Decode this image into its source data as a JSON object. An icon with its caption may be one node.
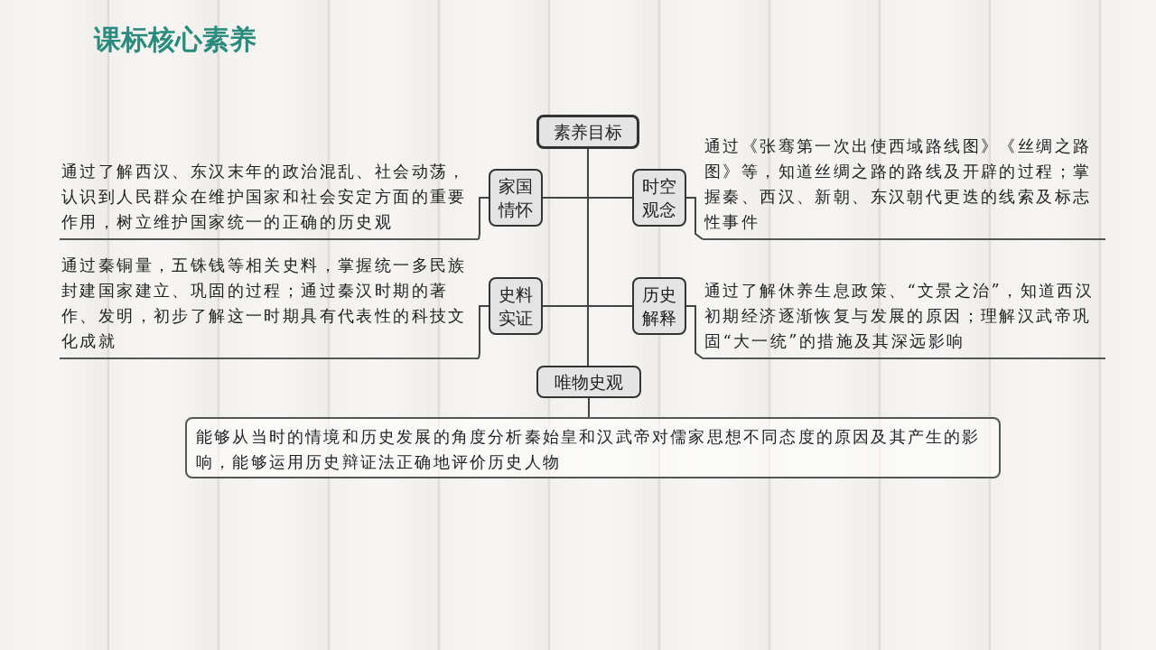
{
  "diagram": {
    "title": "课标核心素养",
    "nodes": [
      {
        "text": [
          "素养目标"
        ]
      },
      {
        "text": [
          "家国情怀"
        ]
      },
      {
        "text": [
          "通过了解西汉、东汉末年的政治混乱、社会动荡，认识到人民群众在维护国家和社会安定方面的重要作用，树立维护国家统一的正确的历史观"
        ]
      },
      {
        "text": [
          "时空观念"
        ]
      },
      {
        "text": [
          "通过《张骞第一次出使西域路线图》《丝绸之路图》等，知道丝绸之路的路线及开辟的过程；掌握秦、西汉、新朝、东汉朝代更迭的线索及标志性事件"
        ]
      },
      {
        "text": [
          "史料实证"
        ]
      },
      {
        "text": [
          "通过秦铜量，五铢钱等相关史料，掌握统一多民族封建国家建立、巩固的过程；通过秦汉时期的著作、发明，初步了解这一时期具有代表性的科技文化成就"
        ]
      },
      {
        "text": [
          "历史解释"
        ]
      },
      {
        "text": [
          "通过了解休养生息政策、“文景之治”，知道西汉初期经济逐渐恢复与发展的原因；理解汉武帝巩固“大一统”的措施及其深远影响"
        ]
      },
      {
        "text": [
          "唯物史观"
        ]
      },
      {
        "text": [
          "能够从当时的情境和历史发展的角度分析秦始皇和汉武帝对儒家思想不同态度的原因及其产生的影响，能够运用历史辩证法正确地评价历史人物"
        ]
      }
    ],
    "edges": [
      {
        "from": 0,
        "to": 1,
        "arrow": "none"
      },
      {
        "from": 0,
        "to": 3,
        "arrow": "none"
      },
      {
        "from": 0,
        "to": 5,
        "arrow": "none"
      },
      {
        "from": 0,
        "to": 7,
        "arrow": "none"
      },
      {
        "from": 0,
        "to": 9,
        "arrow": "none"
      },
      {
        "from": 1,
        "to": 2,
        "arrow": "none"
      },
      {
        "from": 3,
        "to": 4,
        "arrow": "none"
      },
      {
        "from": 5,
        "to": 6,
        "arrow": "none"
      },
      {
        "from": 7,
        "to": 8,
        "arrow": "none"
      },
      {
        "from": 9,
        "to": 10,
        "arrow": "none"
      }
    ]
  }
}
